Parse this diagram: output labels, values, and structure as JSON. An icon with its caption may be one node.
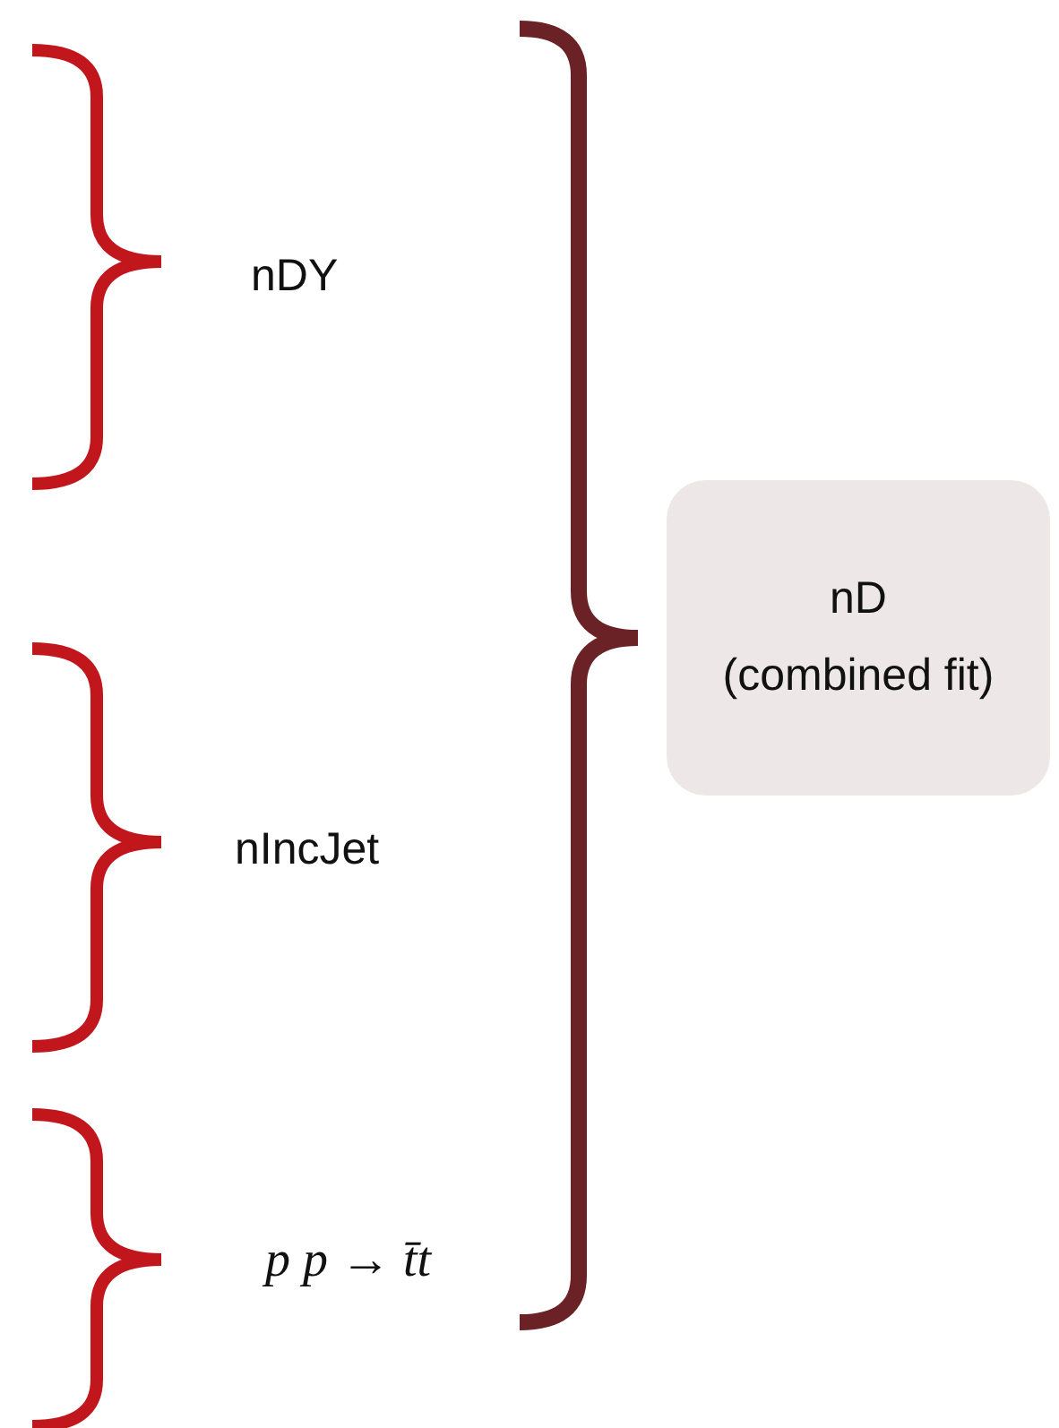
{
  "diagram": {
    "nodes": [
      {
        "text": [
          "nD",
          "(combined fit)"
        ]
      }
    ],
    "labels": [
      "nDY",
      "nIncJet",
      "p p  → t̄t"
    ]
  }
}
